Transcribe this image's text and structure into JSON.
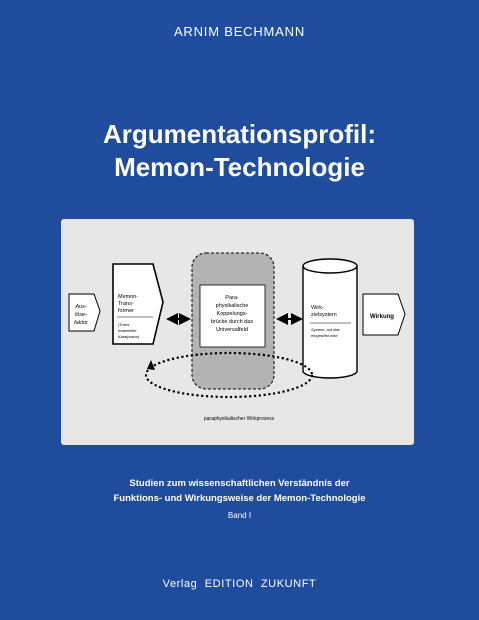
{
  "cover": {
    "author": "ARNIM BECHMANN",
    "title_line1": "Argumentationsprofil:",
    "title_line2": "Memon-Technologie",
    "subtitle_line1": "Studien zum wissenschaftlichen Verständnis der",
    "subtitle_line2": "Funktions- und Wirkungsweise der Memon-Technologie",
    "band": "Band I",
    "publisher": "Verlag  EDITION  ZUKUNFT"
  },
  "diagram": {
    "ausloese_l1": "Aus-",
    "ausloese_l2": "löse-",
    "ausloese_l3": "faktor",
    "memon_l1": "Memon-",
    "memon_l2": "Trans-",
    "memon_l3": "former",
    "memon_note_l1": "(Trans",
    "memon_note_l2": "materieller",
    "memon_note_l3": "Katalysator)",
    "para_l1": "Para-",
    "para_l2": "physikalische",
    "para_l3": "Koppelungs-",
    "para_l4": "brücke durch das",
    "para_l5": "Universalfeld",
    "wirk_l1": "Wirk-",
    "wirk_l2": "zielsystem",
    "wirk_note_l1": "System, auf das",
    "wirk_note_l2": "eingewirkt wird",
    "wirkung": "Wirkung",
    "prozess": "paraphysikalischer Wirkprozess",
    "colors": {
      "panel": "#e7e7e7",
      "gray_block": "#b3b3b3",
      "ink": "#000000"
    }
  }
}
